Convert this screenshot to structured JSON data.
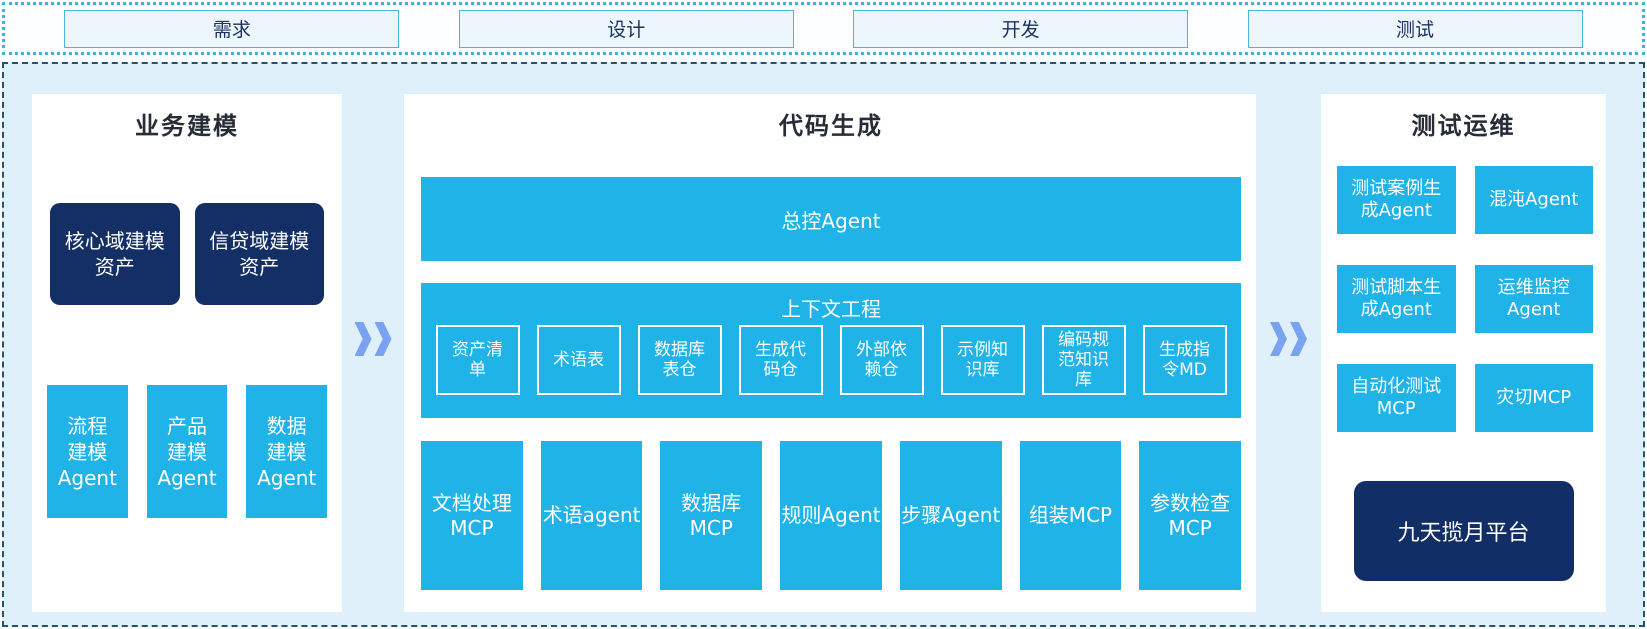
{
  "phases": {
    "items": [
      {
        "label": "需求"
      },
      {
        "label": "设计"
      },
      {
        "label": "开发"
      },
      {
        "label": "测试"
      }
    ]
  },
  "flow": {
    "arrow_icon": "double-chevron-right",
    "arrow_color": "#79A3F0"
  },
  "business_modeling": {
    "title": "业务建模",
    "assets": [
      {
        "label": "核心域建模\n资产"
      },
      {
        "label": "信贷域建模\n资产"
      }
    ],
    "agents": [
      {
        "label": "流程\n建模\nAgent"
      },
      {
        "label": "产品\n建模\nAgent"
      },
      {
        "label": "数据\n建模\nAgent"
      }
    ]
  },
  "code_generation": {
    "title": "代码生成",
    "master_agent": "总控Agent",
    "context_engineering": {
      "title": "上下文工程",
      "items": [
        {
          "label": "资产清\n单"
        },
        {
          "label": "术语表"
        },
        {
          "label": "数据库\n表仓"
        },
        {
          "label": "生成代\n码仓"
        },
        {
          "label": "外部依\n赖仓"
        },
        {
          "label": "示例知\n识库"
        },
        {
          "label": "编码规\n范知识\n库"
        },
        {
          "label": "生成指\n令MD"
        }
      ]
    },
    "tools": [
      {
        "label": "文档处理\nMCP"
      },
      {
        "label": "术语agent"
      },
      {
        "label": "数据库\nMCP"
      },
      {
        "label": "规则Agent"
      },
      {
        "label": "步骤Agent"
      },
      {
        "label": "组装MCP"
      },
      {
        "label": "参数检查\nMCP"
      }
    ]
  },
  "test_ops": {
    "title": "测试运维",
    "boxes": [
      {
        "label": "测试案例生\n成Agent"
      },
      {
        "label": "混沌Agent"
      },
      {
        "label": "测试脚本生\n成Agent"
      },
      {
        "label": "运维监控\nAgent"
      },
      {
        "label": "自动化测试\nMCP"
      },
      {
        "label": "灾切MCP"
      }
    ],
    "platform": {
      "label": "九天揽月平台"
    }
  },
  "colors": {
    "cyan": "#1FB3E8",
    "navy": "#132F66",
    "platform_navy": "#122E66",
    "area_bg": "#E0F0FB",
    "area_border": "#1D5674",
    "strip_border": "#3DB4DA",
    "phase_box_bg": "#EDF6FC",
    "phase_box_border": "#49B6DC",
    "phase_text": "#1D3260",
    "arrow": "#79A3F0",
    "title_text": "#272D36"
  }
}
